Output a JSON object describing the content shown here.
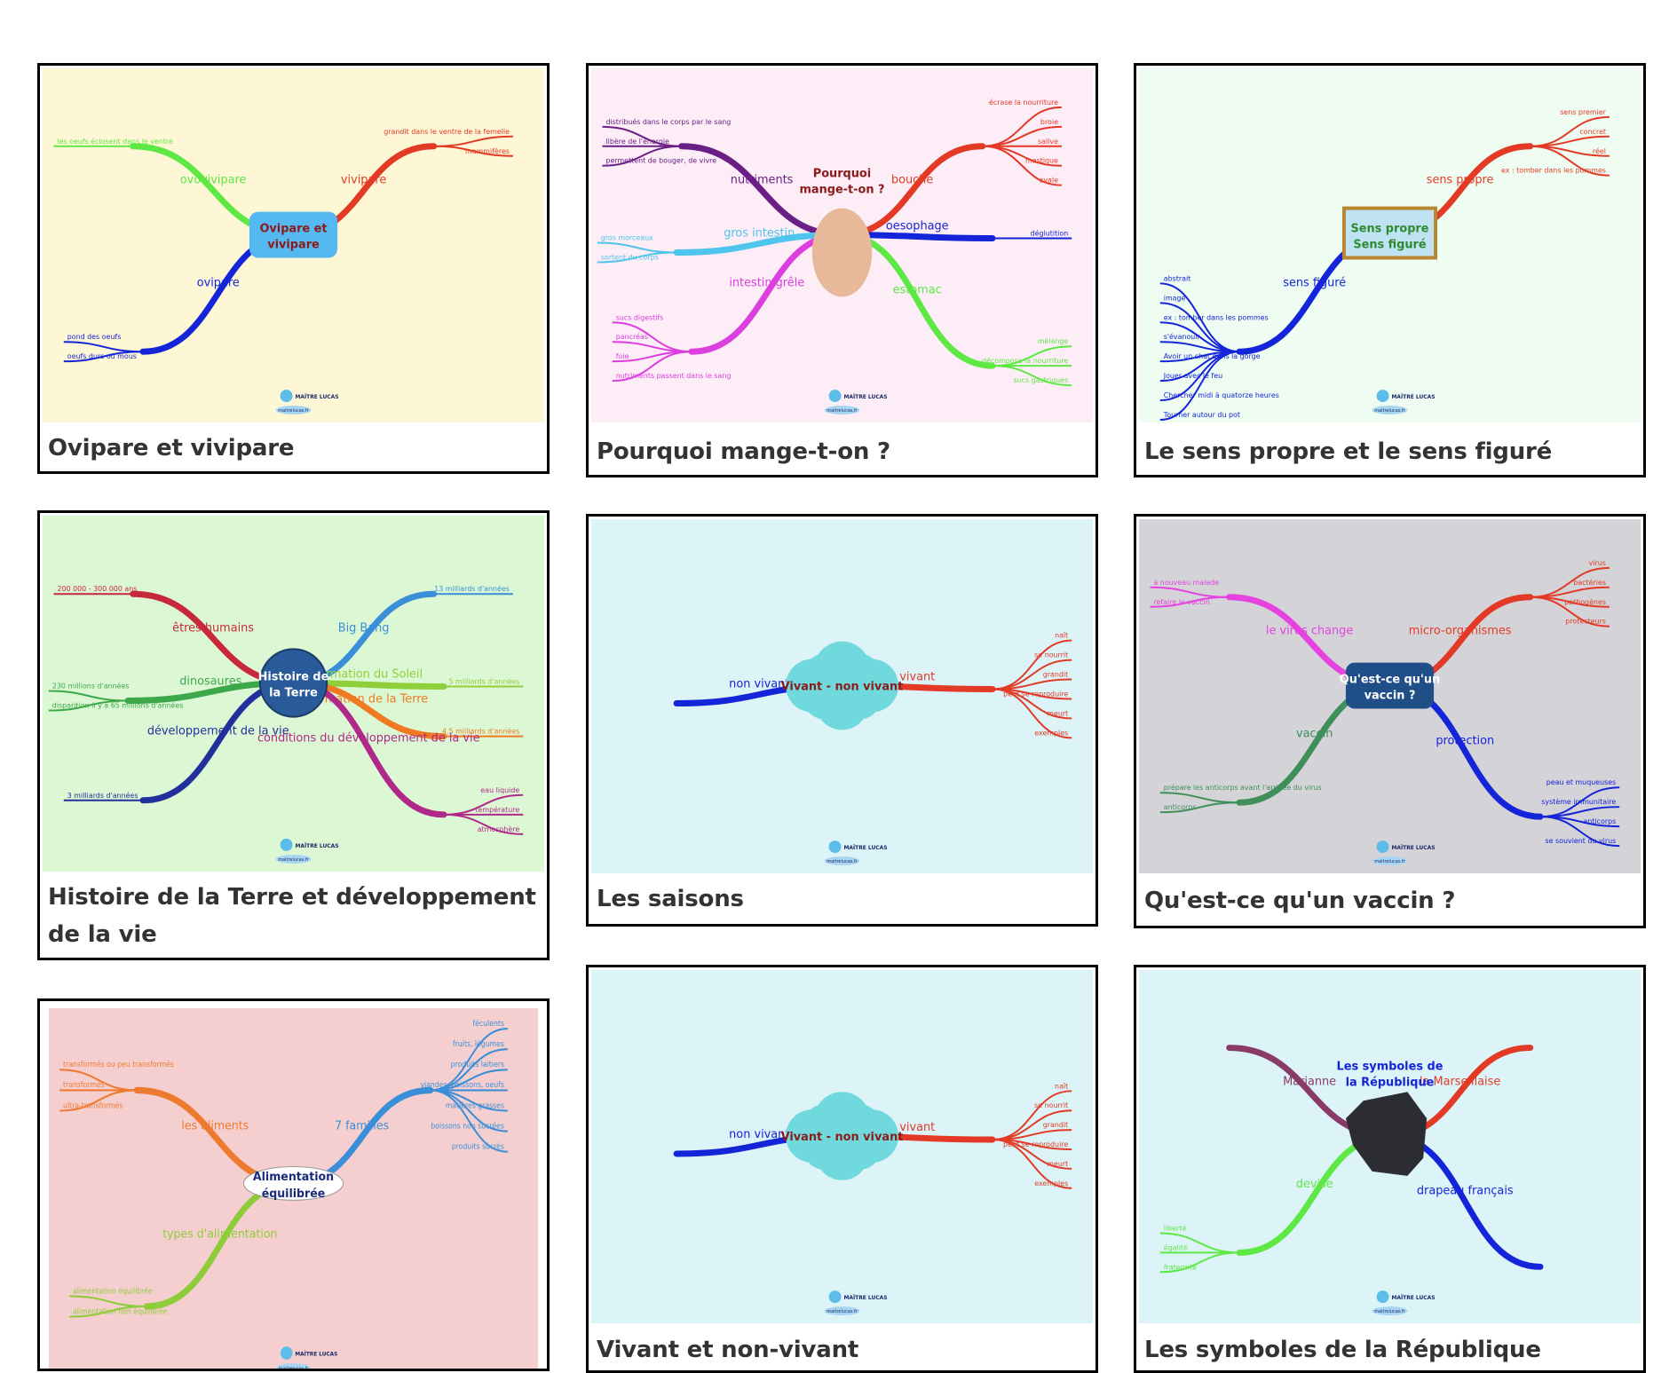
{
  "page": {
    "background": "#ffffff"
  },
  "cards": [
    {
      "title": "Ovipare et vivipare",
      "thumb": {
        "bg": "#fdf7d6",
        "center": {
          "lines": [
            "Ovipare et",
            "vivipare"
          ],
          "color": "#8b1a1a",
          "fill": "#55b8f0",
          "shape": "rounded"
        },
        "branches": [
          {
            "label": "ovovivipare",
            "color": "#5ee844",
            "side": "left-top",
            "children": [
              "les oeufs éclosent dans le ventre"
            ]
          },
          {
            "label": "ovipare",
            "color": "#1424d8",
            "side": "left-bottom",
            "children": [
              "pond des oeufs",
              "oeufs durs ou mous"
            ]
          },
          {
            "label": "vivipare",
            "color": "#e33a26",
            "side": "right-top",
            "children": [
              "grandit dans le ventre de la femelle",
              "mammifères"
            ]
          }
        ],
        "logo": "MAÎTRE LUCAS",
        "site": "maitrelucas.fr"
      }
    },
    {
      "title": "Pourquoi mange-t-on ?",
      "thumb": {
        "bg": "#fcedf6",
        "center": {
          "lines": [
            "Pourquoi",
            "mange-t-on ?"
          ],
          "color": "#8b1a1a",
          "fill": "none",
          "shape": "body"
        },
        "branches": [
          {
            "label": "nutriments",
            "color": "#6a1f86",
            "side": "left-top",
            "children": [
              "distribués dans le corps par le sang",
              "libère de l'énergie",
              "permettent de bouger, de vivre"
            ]
          },
          {
            "label": "gros intestin",
            "color": "#4fc4ec",
            "side": "left-mid",
            "children": [
              "gros morceaux",
              "sortent du corps"
            ]
          },
          {
            "label": "intestin grêle",
            "color": "#dd3ee0",
            "side": "left-bottom",
            "children": [
              "sucs digestifs",
              "pancréas",
              "foie",
              "nutriments passent dans le sang"
            ]
          },
          {
            "label": "bouche",
            "color": "#e33a26",
            "side": "right-top",
            "children": [
              "écrase la nourriture",
              "broie",
              "salive",
              "mastique",
              "avale"
            ]
          },
          {
            "label": "oesophage",
            "color": "#1424d8",
            "side": "right-mid",
            "children": [
              "déglutition"
            ]
          },
          {
            "label": "estomac",
            "color": "#5ee844",
            "side": "right-bottom",
            "children": [
              "mélange",
              "décompose la nourriture",
              "sucs gastriques"
            ]
          }
        ],
        "logo": "MAÎTRE LUCAS",
        "site": "maitrelucas.fr"
      }
    },
    {
      "title": "Le sens propre et le sens figuré",
      "thumb": {
        "bg": "#effcf1",
        "center": {
          "lines": [
            "Sens propre",
            "Sens figuré"
          ],
          "color": "#2f8a2f",
          "fill": "#bfe3f2",
          "shape": "board"
        },
        "branches": [
          {
            "label": "sens figuré",
            "color": "#1424d8",
            "side": "left-bottom",
            "children": [
              "abstrait",
              "imagé",
              "ex : tomber dans les pommes",
              "s'évanouir",
              "Avoir un chat dans la gorge",
              "Jouer avec le feu",
              "Chercher midi à quatorze heures",
              "Tourner autour du pot"
            ]
          },
          {
            "label": "sens propre",
            "color": "#e33a26",
            "side": "right-top",
            "children": [
              "sens premier",
              "concret",
              "réel",
              "ex : tomber dans les pommes"
            ]
          }
        ],
        "logo": "MAÎTRE LUCAS",
        "site": "maitrelucas.fr"
      }
    },
    {
      "title": "Histoire de la Terre et développement de la vie",
      "thumb": {
        "bg": "#dcf7d3",
        "center": {
          "lines": [
            "Histoire de",
            "la Terre"
          ],
          "color": "#ffffff",
          "fill": "#2a5a9a",
          "shape": "globe"
        },
        "branches": [
          {
            "label": "êtres humains",
            "color": "#c8283c",
            "side": "left-top",
            "children": [
              "200 000 - 300 000 ans"
            ]
          },
          {
            "label": "dinosaures",
            "color": "#3da84a",
            "side": "left-mid",
            "children": [
              "230 millions d'années",
              "disparition il y a 65 millions d'années"
            ]
          },
          {
            "label": "développement de la vie",
            "color": "#22309e",
            "side": "left-bottom",
            "children": [
              "3 milliards d'années"
            ]
          },
          {
            "label": "Big Bang",
            "color": "#3a8fd8",
            "side": "right-top",
            "children": [
              "13 milliards d'années"
            ]
          },
          {
            "label": "formation du Soleil",
            "color": "#8fd03a",
            "side": "right-mid",
            "children": [
              "5 milliards d'années"
            ]
          },
          {
            "label": "formation de la Terre",
            "color": "#f07a22",
            "side": "right-mid2",
            "children": [
              "4,5 milliards d'années"
            ]
          },
          {
            "label": "conditions du développement de la vie",
            "color": "#b0288a",
            "side": "right-bottom",
            "children": [
              "eau liquide",
              "température",
              "atmosphère"
            ]
          }
        ],
        "logo": "MAÎTRE LUCAS",
        "site": "maitrelucas.fr"
      }
    },
    {
      "title": "Les saisons",
      "thumb": {
        "bg": "#dcf3f7",
        "center": {
          "lines": [
            "Vivant - non vivant"
          ],
          "color": "#8b1a1a",
          "fill": "#6fd9de",
          "shape": "cloud"
        },
        "branches": [
          {
            "label": "non vivant",
            "color": "#1424d8",
            "side": "left-mid",
            "children": []
          },
          {
            "label": "vivant",
            "color": "#e33a26",
            "side": "right-mid",
            "children": [
              "naît",
              "se nourrit",
              "grandit",
              "peut se reproduire",
              "meurt",
              "exemples"
            ]
          }
        ],
        "logo": "MAÎTRE LUCAS",
        "site": "maitrelucas.fr"
      }
    },
    {
      "title": "Qu'est-ce qu'un vaccin ?",
      "thumb": {
        "bg": "#d3d3d8",
        "center": {
          "lines": [
            "Qu'est-ce qu'un",
            "vaccin ?"
          ],
          "color": "#ffffff",
          "fill": "#1f4f86",
          "shape": "rounded"
        },
        "branches": [
          {
            "label": "le virus change",
            "color": "#e542e0",
            "side": "left-top",
            "children": [
              "à nouveau malade",
              "refaire le vaccin"
            ]
          },
          {
            "label": "vaccin",
            "color": "#3f8f5a",
            "side": "left-bottom",
            "children": [
              "prépare les anticorps avant l'arrivée du virus",
              "anticorps"
            ]
          },
          {
            "label": "micro-organismes",
            "color": "#e33a26",
            "side": "right-top",
            "children": [
              "virus",
              "bactéries",
              "pathogènes",
              "protecteurs"
            ]
          },
          {
            "label": "protection",
            "color": "#1424d8",
            "side": "right-bottom",
            "children": [
              "peau et muqueuses",
              "système immunitaire",
              "anticorps",
              "se souvient du virus"
            ]
          }
        ],
        "logo": "MAÎTRE LUCAS",
        "site": "maitrelucas.fr"
      }
    },
    {
      "title": "",
      "thumb": {
        "bg": "#f5cfcf",
        "center": {
          "lines": [
            "Alimentation",
            "équilibrée"
          ],
          "color": "#1a2a7a",
          "fill": "#ffffff",
          "shape": "plate"
        },
        "branches": [
          {
            "label": "les aliments",
            "color": "#ee7a30",
            "side": "left-top",
            "children": [
              "transformés ou peu transformés",
              "transformés",
              "ultra-transformés"
            ]
          },
          {
            "label": "types d'alimentation",
            "color": "#8fcc3a",
            "side": "left-bottom",
            "children": [
              "alimentation équilibrée",
              "alimentation non équilibrée"
            ]
          },
          {
            "label": "7 familles",
            "color": "#3a8fd8",
            "side": "right-top",
            "children": [
              "féculents",
              "fruits, légumes",
              "produits laitiers",
              "viandes, poissons, oeufs",
              "matières grasses",
              "boissons non sucrées",
              "produits sucrés"
            ]
          }
        ],
        "logo": "MAÎTRE LUCAS",
        "site": "maitrelucas.fr"
      }
    },
    {
      "title": "Vivant et non-vivant",
      "thumb": {
        "bg": "#dcf3f7",
        "center": {
          "lines": [
            "Vivant - non vivant"
          ],
          "color": "#8b1a1a",
          "fill": "#6fd9de",
          "shape": "cloud"
        },
        "branches": [
          {
            "label": "non vivant",
            "color": "#1424d8",
            "side": "left-mid",
            "children": []
          },
          {
            "label": "vivant",
            "color": "#e33a26",
            "side": "right-mid",
            "children": [
              "naît",
              "se nourrit",
              "grandit",
              "peut se reproduire",
              "meurt",
              "exemples"
            ]
          }
        ],
        "logo": "MAÎTRE LUCAS",
        "site": "maitrelucas.fr"
      }
    },
    {
      "title": "Les symboles de la République",
      "thumb": {
        "bg": "#dcf3f7",
        "center": {
          "lines": [
            "Les symboles de",
            "la République"
          ],
          "color": "#1424d8",
          "fill": "#2b2d33",
          "shape": "france"
        },
        "branches": [
          {
            "label": "Marianne",
            "color": "#8a3a66",
            "side": "left-top",
            "children": []
          },
          {
            "label": "devise",
            "color": "#5ee844",
            "side": "left-bottom",
            "children": [
              "liberté",
              "égalité",
              "fraternité"
            ]
          },
          {
            "label": "la Marseillaise",
            "color": "#e33a26",
            "side": "right-top",
            "children": []
          },
          {
            "label": "drapeau français",
            "color": "#1424d8",
            "side": "right-bottom",
            "children": []
          }
        ],
        "logo": "MAÎTRE LUCAS",
        "site": "maitrelucas.fr"
      }
    }
  ]
}
